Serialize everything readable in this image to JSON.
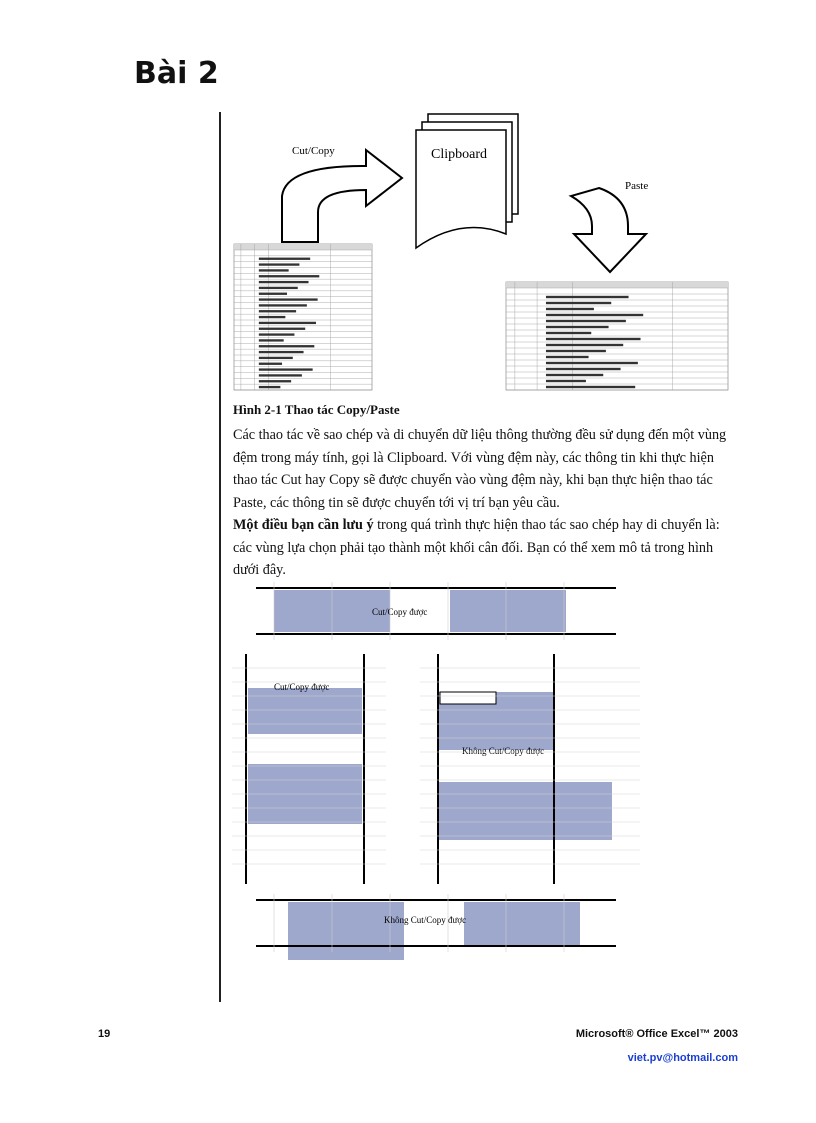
{
  "chapter": {
    "title": "Bài 2"
  },
  "figure1": {
    "cut_copy_label": "Cut/Copy",
    "clipboard_label": "Clipboard",
    "paste_label": "Paste",
    "caption": "Hình 2-1 Thao tác Copy/Paste"
  },
  "body": {
    "paragraph1": "Các thao tác về sao chép và di chuyển dữ liệu thông thường đều sử dụng đến một vùng đệm trong máy tính, gọi là Clipboard. Với vùng đệm này, các thông tin khi thực hiện thao tác Cut hay Copy sẽ được chuyển vào vùng đệm này, khi bạn thực hiện thao tác Paste, các thông tin sẽ được chuyển tới vị trí bạn yêu cầu.",
    "paragraph2_bold": "Một điều bạn cần lưu ý",
    "paragraph2_rest": " trong quá trình thực hiện thao tác sao chép hay di chuyển là: các vùng lựa chọn phải tạo thành một khối cân đối. Bạn có thể xem mô tả trong hình dưới đây."
  },
  "figure2": {
    "label_ok": "Cut/Copy được",
    "label_ok_2": "Cut/Copy được",
    "label_not_ok": "Không Cut/Copy được",
    "label_not_ok_2": "Không Cut/Copy được"
  },
  "footer": {
    "page_number": "19",
    "product": "Microsoft® Office Excel™ 2003",
    "email": "viet.pv@hotmail.com"
  },
  "colors": {
    "selection": "#9ea7cc",
    "email": "#1a3fd0"
  }
}
